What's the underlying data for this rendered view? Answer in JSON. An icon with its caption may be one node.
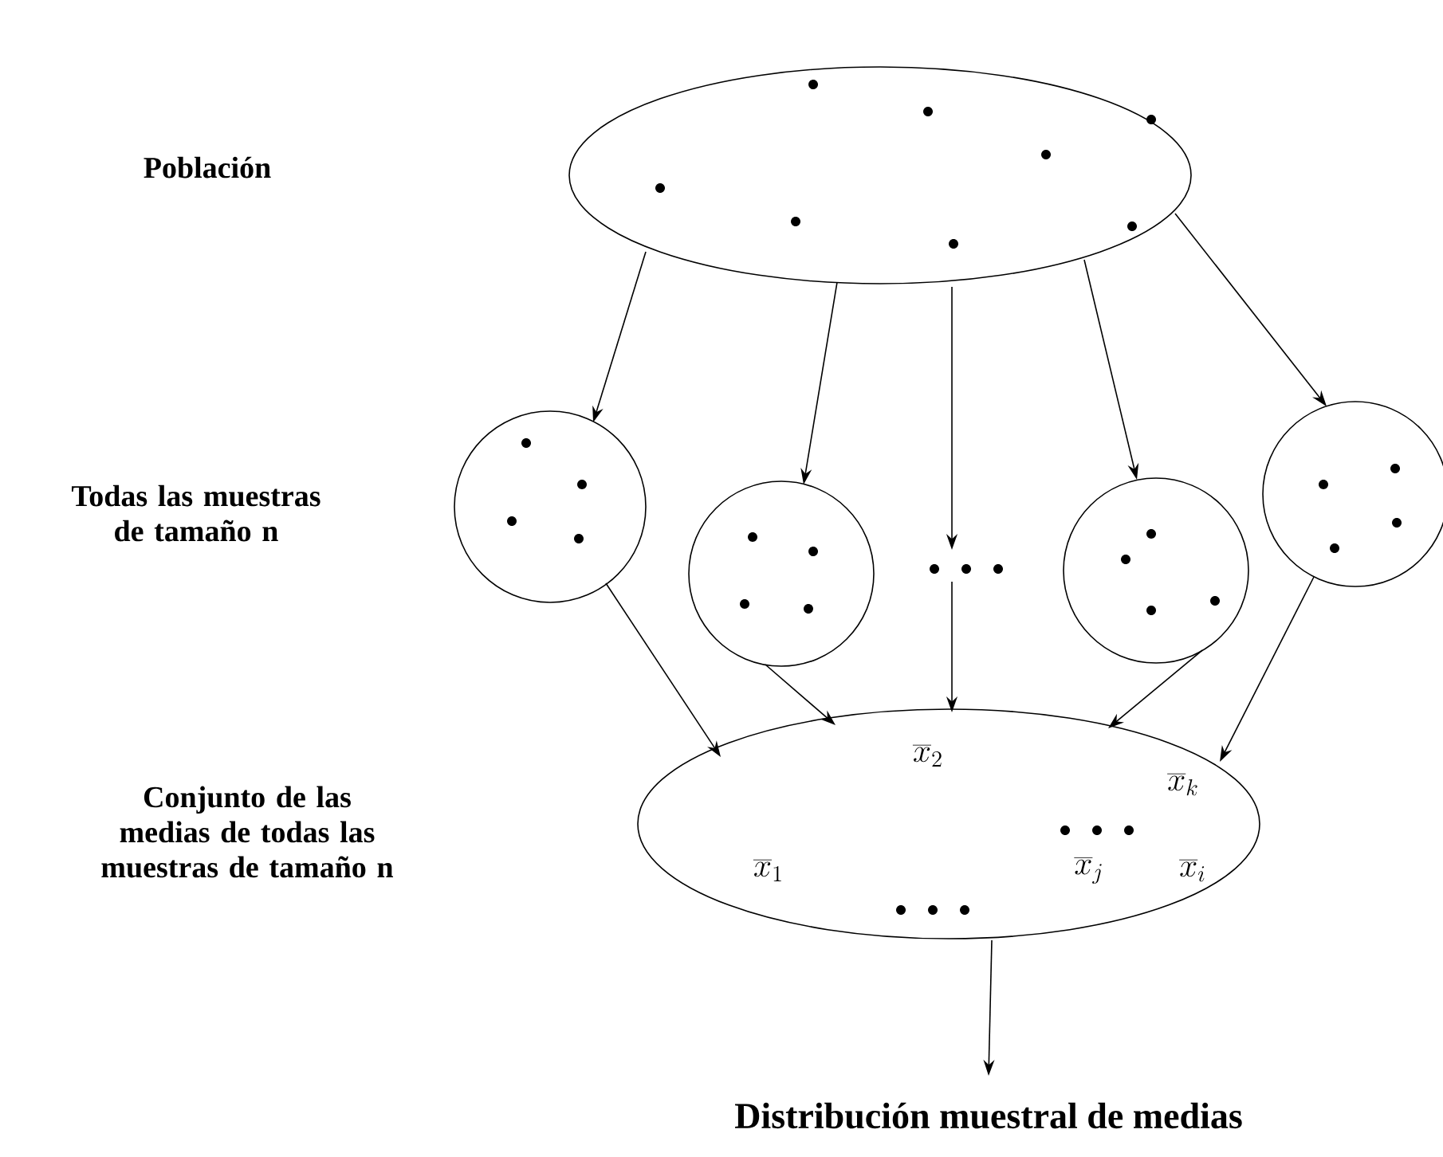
{
  "diagram": {
    "nodes": [
      {
        "text": [],
        "shape": "ellipse"
      },
      {
        "text": [],
        "shape": "circle"
      },
      {
        "text": [],
        "shape": "circle"
      },
      {
        "text": [],
        "shape": "dots"
      },
      {
        "text": [],
        "shape": "circle"
      },
      {
        "text": [],
        "shape": "circle"
      },
      {
        "text": [
          "\\overline{x}_2",
          "\\overline{x}_k",
          "\\overline{x}_1",
          "\\overline{x}_j",
          "\\overline{x}_i"
        ]
      },
      {
        "text": [
          "Distribución muestral de medias"
        ]
      }
    ],
    "edges": [
      {
        "from": 0,
        "to": 1,
        "arrow": "to"
      },
      {
        "from": 0,
        "to": 2,
        "arrow": "to"
      },
      {
        "from": 0,
        "to": 3,
        "arrow": "to"
      },
      {
        "from": 0,
        "to": 4,
        "arrow": "to"
      },
      {
        "from": 0,
        "to": 5,
        "arrow": "to"
      },
      {
        "from": 1,
        "to": 6,
        "arrow": "to"
      },
      {
        "from": 2,
        "to": 6,
        "arrow": "to"
      },
      {
        "from": 3,
        "to": 6,
        "arrow": "to"
      },
      {
        "from": 4,
        "to": 6,
        "arrow": "to"
      },
      {
        "from": 5,
        "to": 6,
        "arrow": "to"
      },
      {
        "from": 6,
        "to": 7,
        "arrow": "to"
      }
    ],
    "labels": [
      "Población",
      "Todas las muestras de tamaño n",
      "Conjunto de las medias de todas las muestras de tamaño n"
    ]
  }
}
